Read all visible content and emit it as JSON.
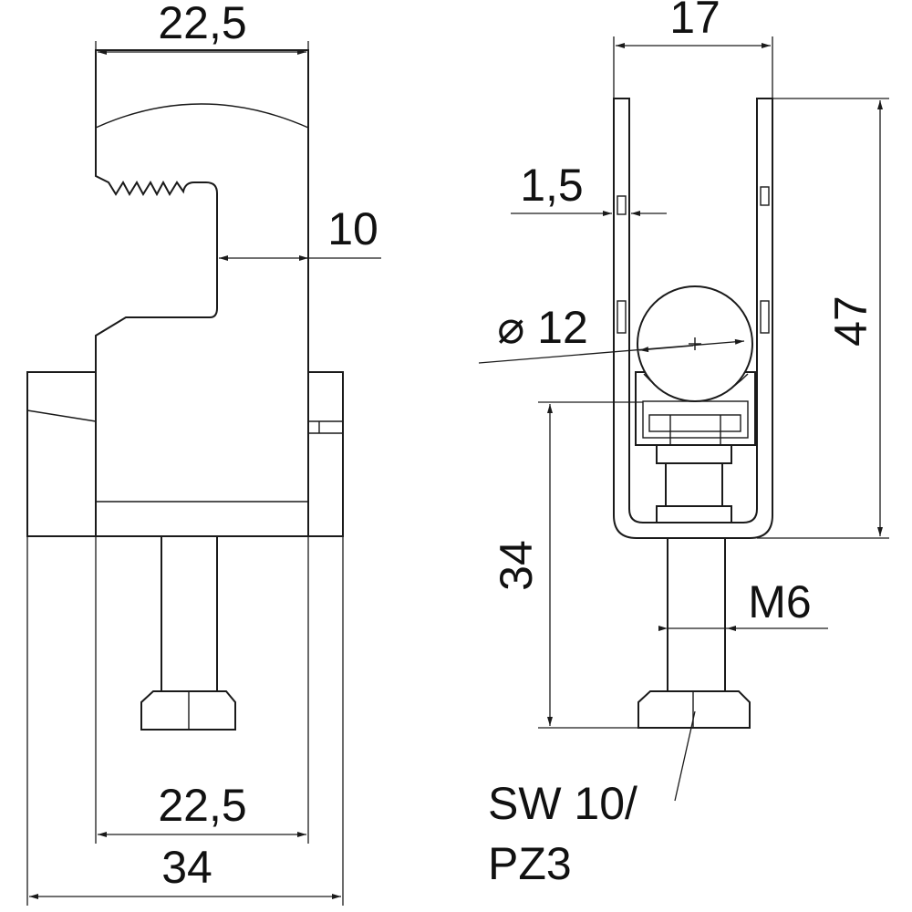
{
  "views": {
    "side": {
      "dim_top_width": "22,5",
      "dim_jaw_depth": "10",
      "dim_bottom_inner": "22,5",
      "dim_bottom_outer": "34"
    },
    "front": {
      "dim_width": "17",
      "dim_sheet": "1,5",
      "dim_diameter": "⌀ 12",
      "dim_height": "47",
      "dim_screw_height": "34",
      "dim_thread": "M6",
      "callout_line1": "SW 10/",
      "callout_line2": "PZ3"
    }
  }
}
